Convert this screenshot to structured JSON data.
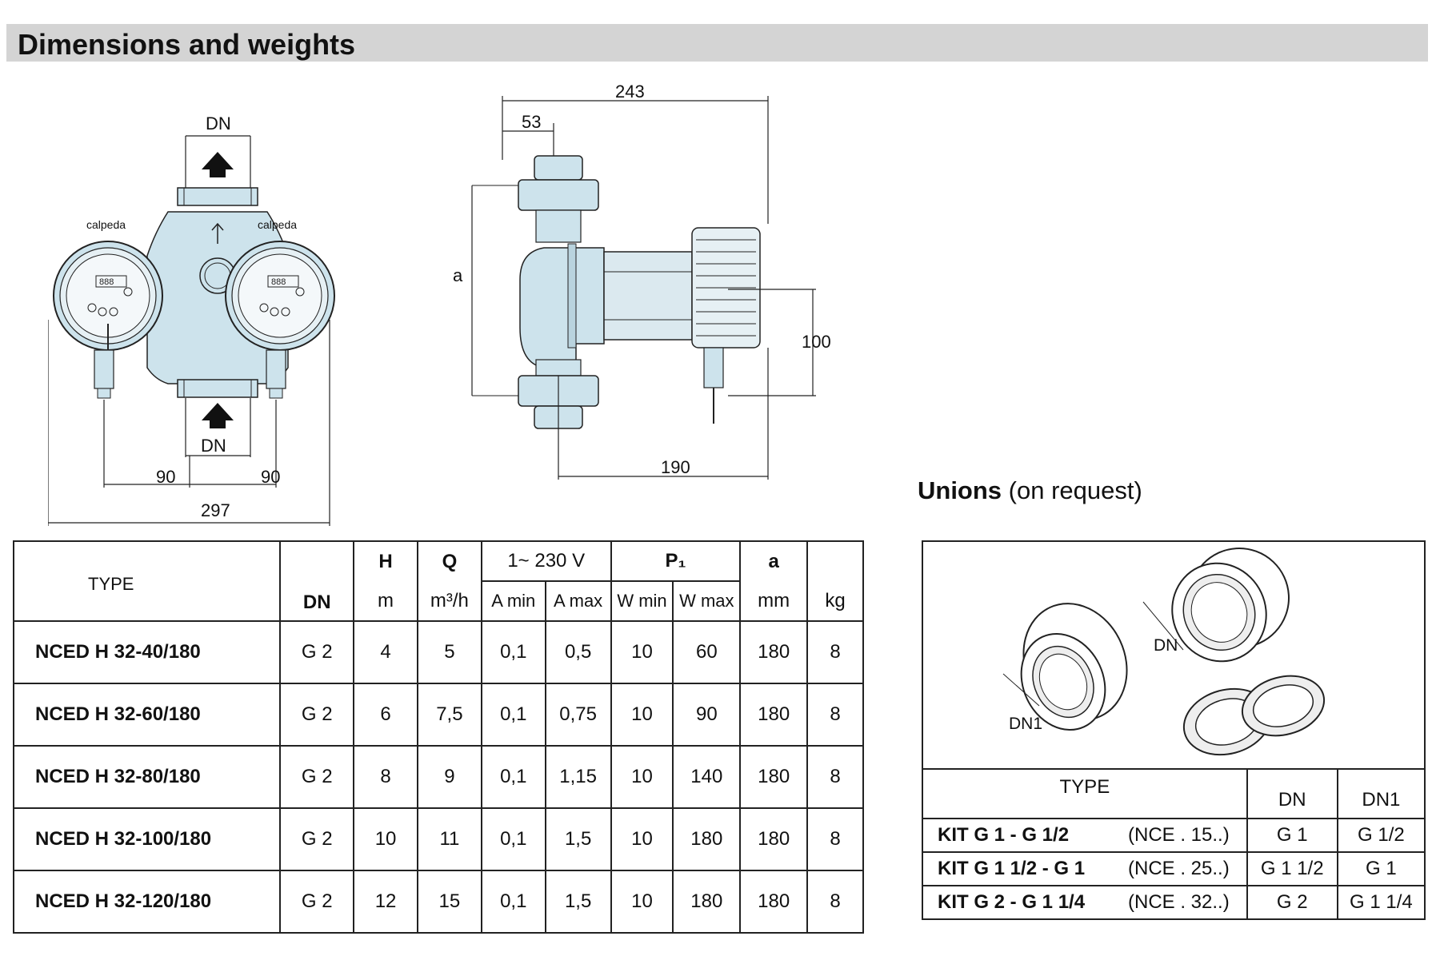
{
  "page": {
    "title": "Dimensions and weights"
  },
  "front_view": {
    "top_dn": "DN",
    "bottom_dn": "DN",
    "brand_left": "calpeda",
    "brand_right": "calpeda",
    "dim_left": "90",
    "dim_right": "90",
    "dim_total": "297"
  },
  "side_view": {
    "dim_overall": "243",
    "dim_inlet": "53",
    "dim_a": "a",
    "dim_height": "100",
    "dim_body": "190"
  },
  "spec_table": {
    "headers": {
      "type": "TYPE",
      "dn": "DN",
      "h": "H",
      "h_unit": "m",
      "q": "Q",
      "q_unit": "m³/h",
      "voltage": "1~  230 V",
      "a_min": "A min",
      "a_max": "A max",
      "p1": "P₁",
      "w_min": "W min",
      "w_max": "W max",
      "a": "a",
      "a_unit": "mm",
      "kg": "kg"
    },
    "rows": [
      {
        "type": "NCED H 32-40/180",
        "dn": "G 2",
        "h": "4",
        "q": "5",
        "amin": "0,1",
        "amax": "0,5",
        "wmin": "10",
        "wmax": "60",
        "a": "180",
        "kg": "8"
      },
      {
        "type": "NCED H 32-60/180",
        "dn": "G 2",
        "h": "6",
        "q": "7,5",
        "amin": "0,1",
        "amax": "0,75",
        "wmin": "10",
        "wmax": "90",
        "a": "180",
        "kg": "8"
      },
      {
        "type": "NCED H 32-80/180",
        "dn": "G 2",
        "h": "8",
        "q": "9",
        "amin": "0,1",
        "amax": "1,15",
        "wmin": "10",
        "wmax": "140",
        "a": "180",
        "kg": "8"
      },
      {
        "type": "NCED H 32-100/180",
        "dn": "G 2",
        "h": "10",
        "q": "11",
        "amin": "0,1",
        "amax": "1,5",
        "wmin": "10",
        "wmax": "180",
        "a": "180",
        "kg": "8"
      },
      {
        "type": "NCED H 32-120/180",
        "dn": "G 2",
        "h": "12",
        "q": "15",
        "amin": "0,1",
        "amax": "1,5",
        "wmin": "10",
        "wmax": "180",
        "a": "180",
        "kg": "8"
      }
    ]
  },
  "unions": {
    "title": "Unions",
    "subtitle": " (on request)",
    "illustration_dn": "DN",
    "illustration_dn1": "DN1",
    "headers": {
      "type": "TYPE",
      "dn": "DN",
      "dn1": "DN1"
    },
    "rows": [
      {
        "kit": "KIT G 1   -   G 1/2",
        "series": "(NCE . 15..)",
        "dn": "G 1",
        "dn1": "G 1/2"
      },
      {
        "kit": "KIT G 1 1/2 - G 1",
        "series": "(NCE . 25..)",
        "dn": "G 1 1/2",
        "dn1": "G 1"
      },
      {
        "kit": "KIT G 2 - G 1 1/4",
        "series": "(NCE . 32..)",
        "dn": "G 2",
        "dn1": "G 1 1/4"
      }
    ]
  },
  "colors": {
    "pump_body": "#cde3ec",
    "banner": "#d4d4d4",
    "line": "#222222"
  }
}
